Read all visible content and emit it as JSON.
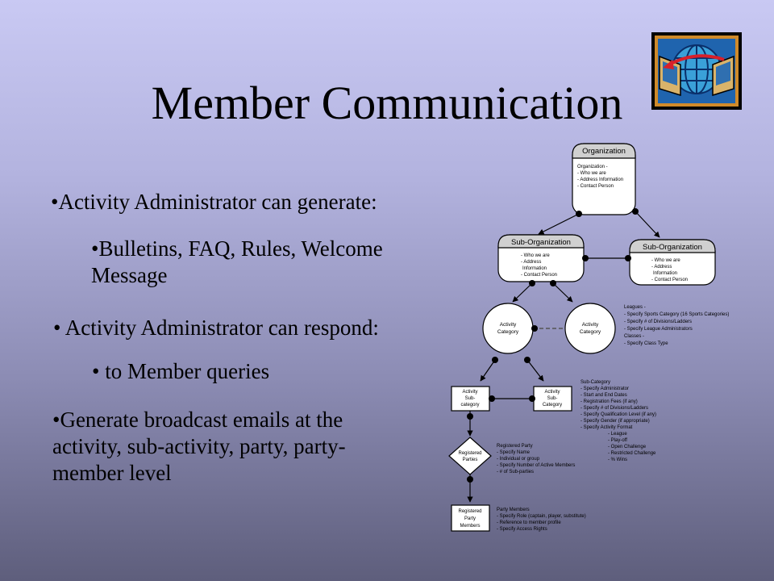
{
  "title": "Member Communication",
  "bullets": [
    "•Activity Administrator can generate:",
    "•Bulletins, FAQ, Rules, Welcome Message",
    "• Activity Administrator can respond:",
    "• to Member queries",
    "•Generate broadcast emails at the activity, sub-activity, party, party-member level"
  ],
  "diagram": {
    "organization": {
      "header": "Organization",
      "lines": [
        "Organization -",
        "- Who we are",
        "- Address Information",
        "- Contact Person"
      ]
    },
    "sub_org_left": {
      "header": "Sub-Organization",
      "lines": [
        "- Who we are",
        "- Address",
        "Information",
        "- Contact Person"
      ]
    },
    "sub_org_right": {
      "header": "Sub-Organization",
      "lines": [
        "- Who we are",
        "- Address",
        "Information",
        "- Contact Person"
      ]
    },
    "activity_left": [
      "Activity",
      "Category"
    ],
    "activity_right": [
      "Activity",
      "Category"
    ],
    "leagues_notes": [
      "Leagues -",
      "- Specify Sports Category (16 Sports Categories)",
      "- Specify # of Divisions/Ladders",
      "- Specify League Administrators",
      "Classes -",
      "- Specify Class Type"
    ],
    "subcat_left": [
      "Activity",
      "Sub-",
      "category"
    ],
    "subcat_right": [
      "Activity",
      "Sub-",
      "Category"
    ],
    "subcat_notes": [
      "Sub-Category",
      "- Specify Administrator",
      "- Start and End Dates",
      "- Registration Fees (if any)",
      "- Specify # of Divisions/Ladders",
      "- Specify Qualification Level (if any)",
      "- Specify Gender (if appropriate)",
      "- Specify Activity Format"
    ],
    "format_options": [
      "- League",
      "- Play-off",
      "- Open Challenge",
      "- Restricted Challenge",
      "- % Wins"
    ],
    "registered_parties": [
      "Registered",
      "Parties"
    ],
    "party_notes": [
      "Registered Party",
      "- Specify Name",
      "- Individual or group",
      "- Specify Number of Active Members",
      "- # of Sub-parties"
    ],
    "registered_members": [
      "Registered",
      "Party",
      "Members"
    ],
    "member_notes": [
      "Party Members",
      "- Specify Role (captain, player, substitute)",
      "- Reference to member profile",
      "- Specify Access Rights"
    ]
  },
  "colors": {
    "background_top": "#c9c9f3",
    "background_bottom": "#5e5e7c",
    "logo_bg": "#2f6fb0",
    "logo_arrow": "#d8202a"
  }
}
